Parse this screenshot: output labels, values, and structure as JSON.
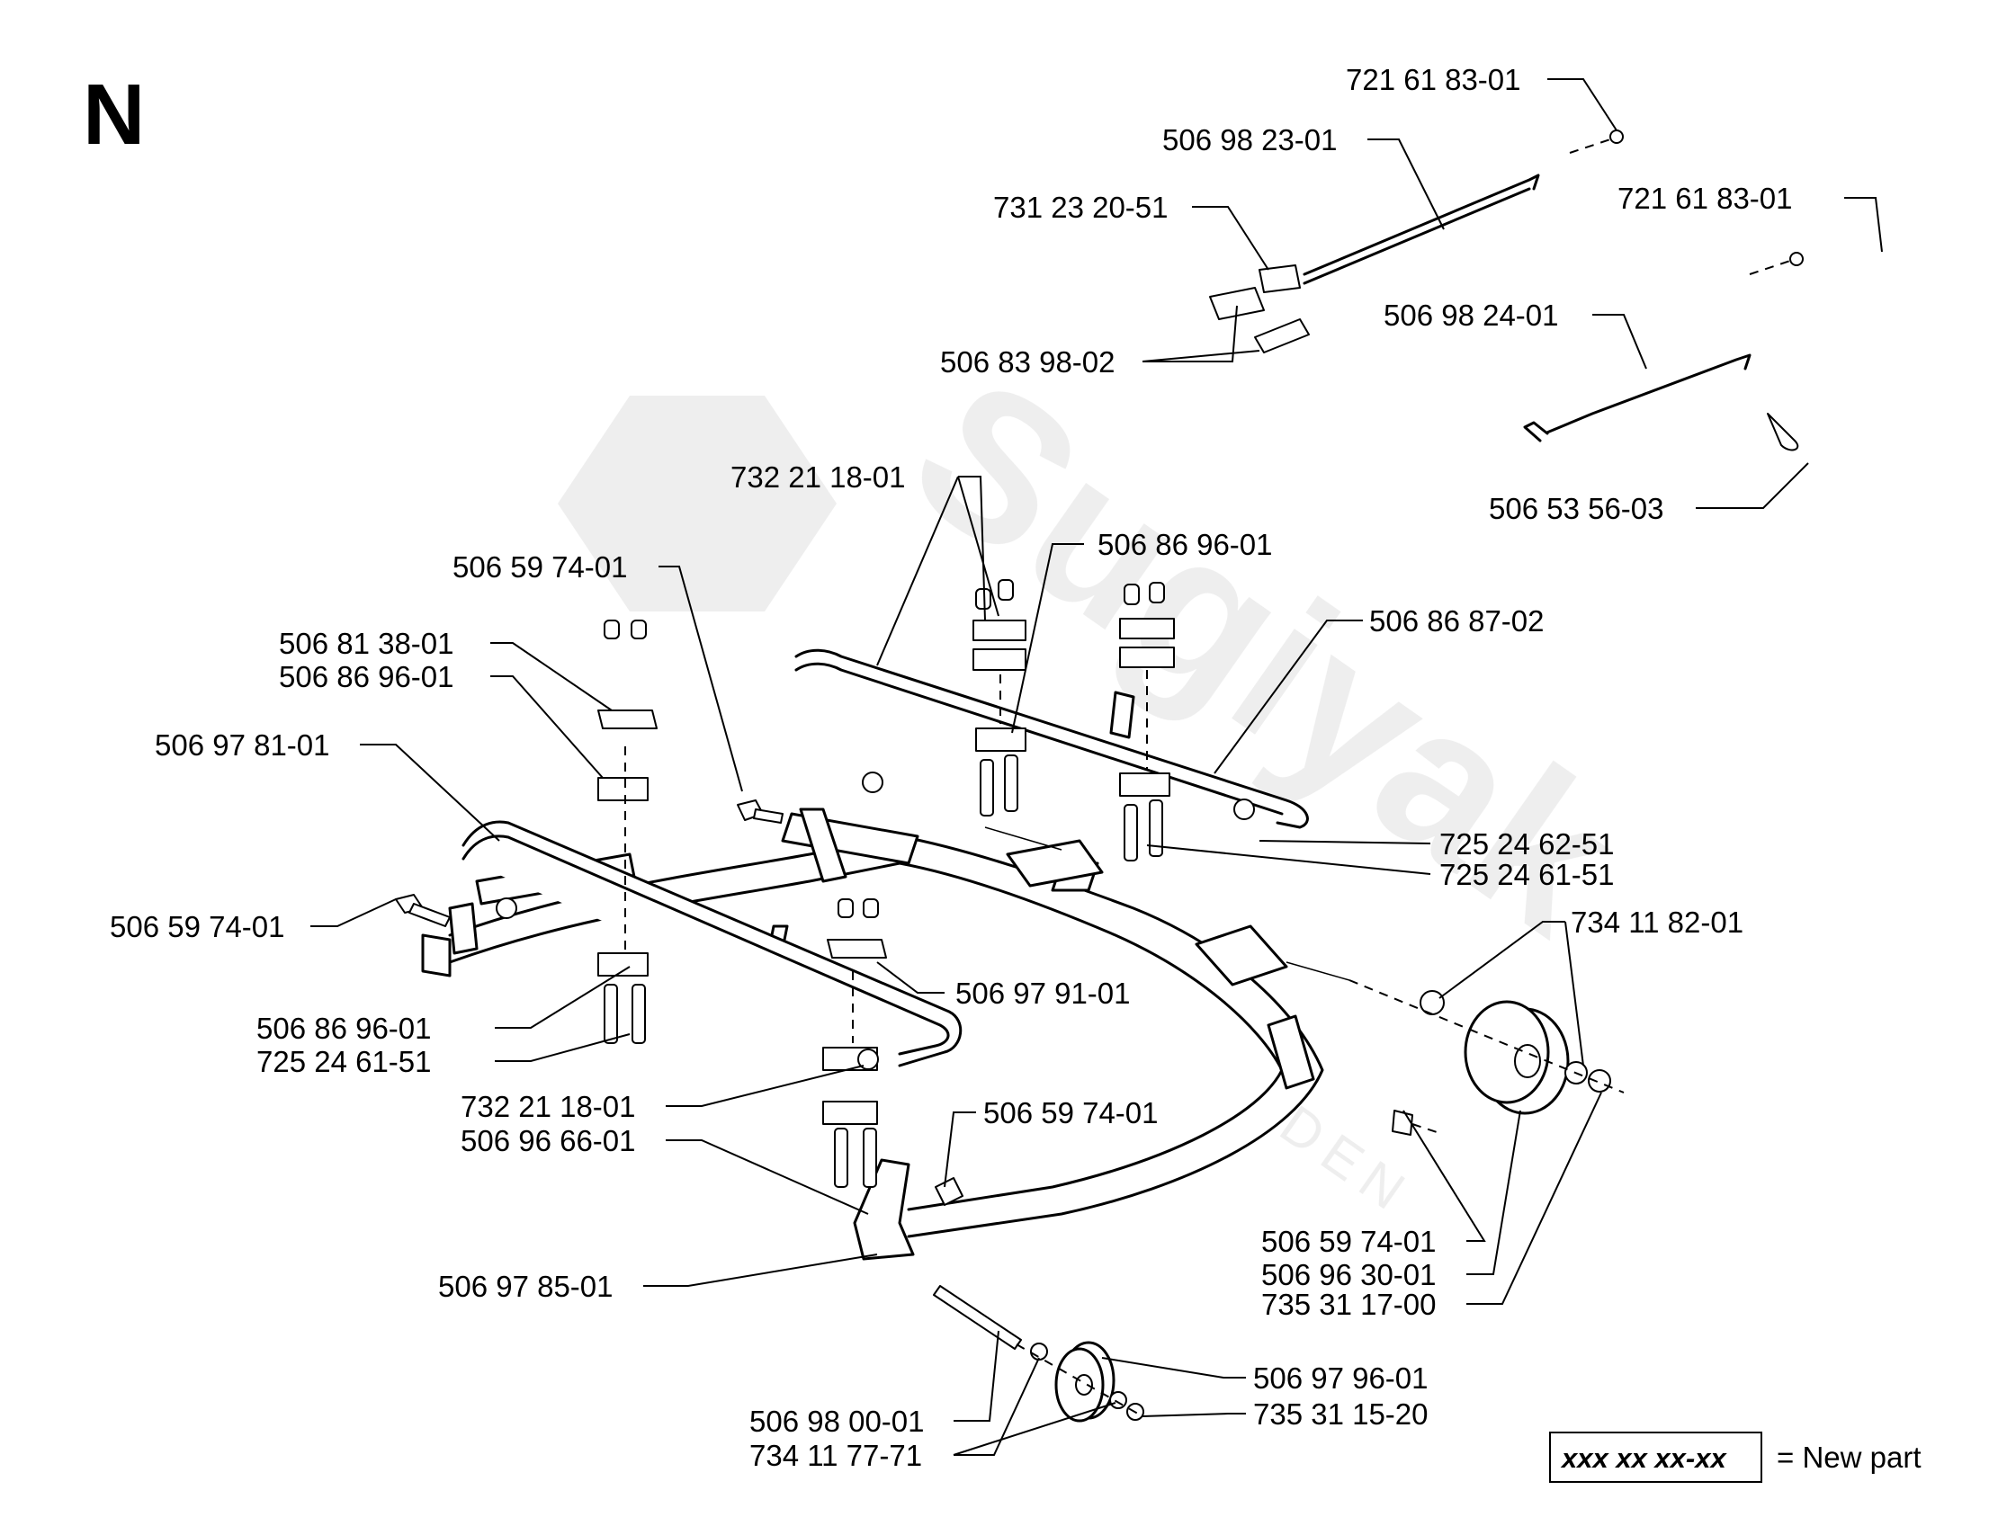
{
  "section_letter": "N",
  "watermark": {
    "brand": "Sugiyak",
    "sub": "GARDEN"
  },
  "legend": {
    "code": "xxx xx xx-xx",
    "text": "= New part"
  },
  "labels": [
    "721 61 83-01",
    "506 98 23-01",
    "731 23 20-51",
    "721 61 83-01",
    "506 98 24-01",
    "506 83 98-02",
    "506 53 56-03",
    "732 21 18-01",
    "506 86 96-01",
    "506 59 74-01",
    "506 86 87-02",
    "506 81 38-01",
    "506 86 96-01",
    "506 97 81-01",
    "725 24 62-51",
    "725 24 61-51",
    "506 59 74-01",
    "734 11 82-01",
    "506 97 91-01",
    "506 86 96-01",
    "725 24 61-51",
    "732 21 18-01",
    "506 59 74-01",
    "506 96 66-01",
    "506 59 74-01",
    "506 96 30-01",
    "735 31 17-00",
    "506 97 85-01",
    "506 97 96-01",
    "735 31 15-20",
    "506 98 00-01",
    "734 11 77-71"
  ]
}
